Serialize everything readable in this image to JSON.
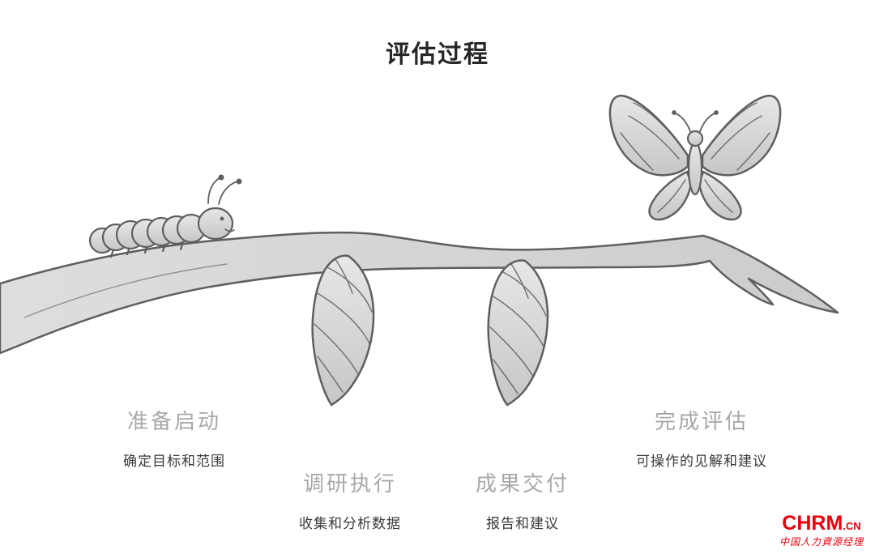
{
  "title": "评估过程",
  "stages": [
    {
      "label": "准备启动",
      "description": "确定目标和范围"
    },
    {
      "label": "调研执行",
      "description": "收集和分析数据"
    },
    {
      "label": "成果交付",
      "description": "报告和建议"
    },
    {
      "label": "完成评估",
      "description": "可操作的见解和建议"
    }
  ],
  "logo": {
    "brand": "CHRM",
    "domain": ".CN",
    "tagline": "中国人力資源经理"
  },
  "colors": {
    "heading_gray": "#a8a8a8",
    "body_text": "#3a3a3a",
    "title_text": "#262626",
    "illustration_fill": "#d6d6d6",
    "illustration_stroke": "#5f5f5f",
    "logo_red": "#e8000d"
  }
}
